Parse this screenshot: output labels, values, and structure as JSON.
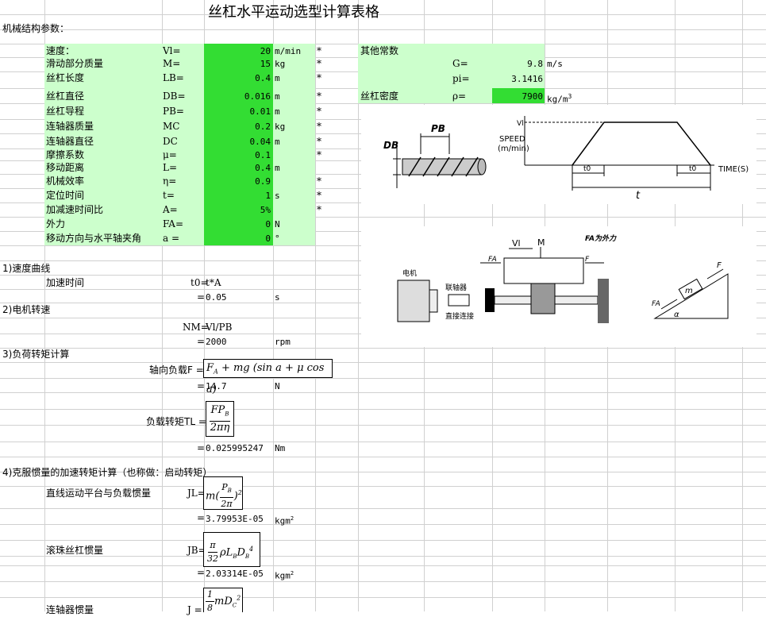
{
  "title": "丝杠水平运动选型计算表格",
  "section_mech": "机械结构参数：",
  "params": [
    {
      "label": "速度：",
      "sym": "Vl=",
      "value": "20",
      "unit": "m/min",
      "star": "*"
    },
    {
      "label": "滑动部分质量",
      "sym": "M=",
      "value": "15",
      "unit": "kg",
      "star": "*"
    },
    {
      "label": "丝杠长度",
      "sym": "LB=",
      "value": "0.4",
      "unit": "m",
      "star": "*"
    },
    {
      "label": "丝杠直径",
      "sym": "DB=",
      "value": "0.016",
      "unit": "m",
      "star": "*"
    },
    {
      "label": "丝杠导程",
      "sym": "PB=",
      "value": "0.01",
      "unit": "m",
      "star": "*"
    },
    {
      "label": "连轴器质量",
      "sym": "MC",
      "value": "0.2",
      "unit": "kg",
      "star": "*"
    },
    {
      "label": "连轴器直径",
      "sym": "DC",
      "value": "0.04",
      "unit": "m",
      "star": "*"
    },
    {
      "label": "摩擦系数",
      "sym": "μ=",
      "value": "0.1",
      "unit": "",
      "star": "*"
    },
    {
      "label": "移动距离",
      "sym": "L=",
      "value": "0.4",
      "unit": "m",
      "star": ""
    },
    {
      "label": "机械效率",
      "sym": "η=",
      "value": "0.9",
      "unit": "",
      "star": "*"
    },
    {
      "label": "定位时间",
      "sym": "t=",
      "value": "1",
      "unit": "s",
      "star": "*"
    },
    {
      "label": "加减速时间比",
      "sym": "A=",
      "value": "5%",
      "unit": "",
      "star": "*"
    },
    {
      "label": "外力",
      "sym": "FA=",
      "value": "0",
      "unit": "N",
      "star": ""
    },
    {
      "label": "移动方向与水平轴夹角",
      "sym": "a =",
      "value": "0",
      "unit": "°",
      "star": ""
    }
  ],
  "constants": {
    "header": "其他常数",
    "g_sym": "G=",
    "g_val": "9.8",
    "g_unit": "m/s",
    "pi_sym": "pi=",
    "pi_val": "3.1416",
    "rho_label": "丝杠密度",
    "rho_sym": "ρ=",
    "rho_val": "7900",
    "rho_unit": "kg/m",
    "rho_exp": "3"
  },
  "sec1": {
    "title": "1)速度曲线",
    "label": "加速时间",
    "sym": "t0=",
    "formula": "t*A",
    "eq": "=",
    "val": "0.05",
    "unit": "s"
  },
  "sec2": {
    "title": "2)电机转速",
    "sym": "NM=",
    "formula": "Vl/PB",
    "eq": "=",
    "val": "2000",
    "unit": "rpm"
  },
  "sec3": {
    "title": "3)负荷转矩计算",
    "axial_label": "轴向负载F =",
    "axial_eq": "=",
    "axial_val": "14.7",
    "axial_unit": "N",
    "torque_label": "负载转矩TL =",
    "torque_eq": "=",
    "torque_val": "0.025995247",
    "torque_unit": "Nm"
  },
  "sec4": {
    "title": "4)克服惯量的加速转矩计算（也称做：启动转矩）",
    "jl_label": "直线运动平台与负载惯量",
    "jl_sym": "JL=",
    "jl_eq": "=",
    "jl_val": "3.79953E-05",
    "jl_unit": "kgm",
    "jb_label": "滚珠丝杠惯量",
    "jb_sym": "JB=",
    "jb_eq": "=",
    "jb_val": "2.03314E-05",
    "jb_unit": "kgm",
    "jc_label": "连轴器惯量",
    "jc_sym": "J ="
  },
  "diagram1": {
    "db": "DB",
    "pb": "PB",
    "vl": "Vl",
    "speed": "SPEED",
    "unit": "(m/min)",
    "t0a": "t0",
    "t0b": "t0",
    "time": "TIME(S)",
    "t": "t"
  },
  "diagram2": {
    "vl": "Vl",
    "m": "M",
    "fa": "FA",
    "f": "F",
    "note": "FA为外力",
    "motor": "电机",
    "coupler": "联轴器",
    "direct": "直接连接",
    "ang_fa": "FA",
    "ang_m": "m",
    "ang_f": "F",
    "alpha": "α"
  },
  "colors": {
    "light_green": "#ccffcc",
    "dark_green": "#33dd33"
  }
}
